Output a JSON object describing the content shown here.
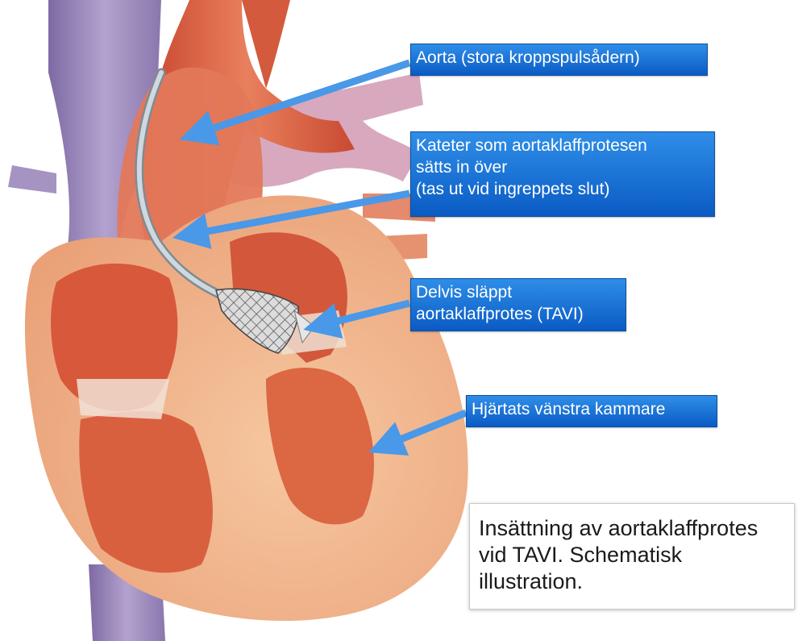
{
  "labels": {
    "aorta": "Aorta (stora kroppspulsådern)",
    "catheter": "Kateter som aortaklaffprotesen\nsätts in över\n(tas ut vid ingreppets slut)",
    "valve": "Delvis släppt\naortaklaffprotes (TAVI)",
    "ventricle": "Hjärtats vänstra kammare"
  },
  "caption": "Insättning av aortaklaffprotes vid TAVI. Schematisk illustration.",
  "colors": {
    "label_bg_top": "#2f8ee8",
    "label_bg_bottom": "#0a5bc4",
    "arrow": "#4a98e8",
    "myocardium": "#f2b58c",
    "muscle": "#e0714a",
    "vein": "#9d8ab9"
  }
}
